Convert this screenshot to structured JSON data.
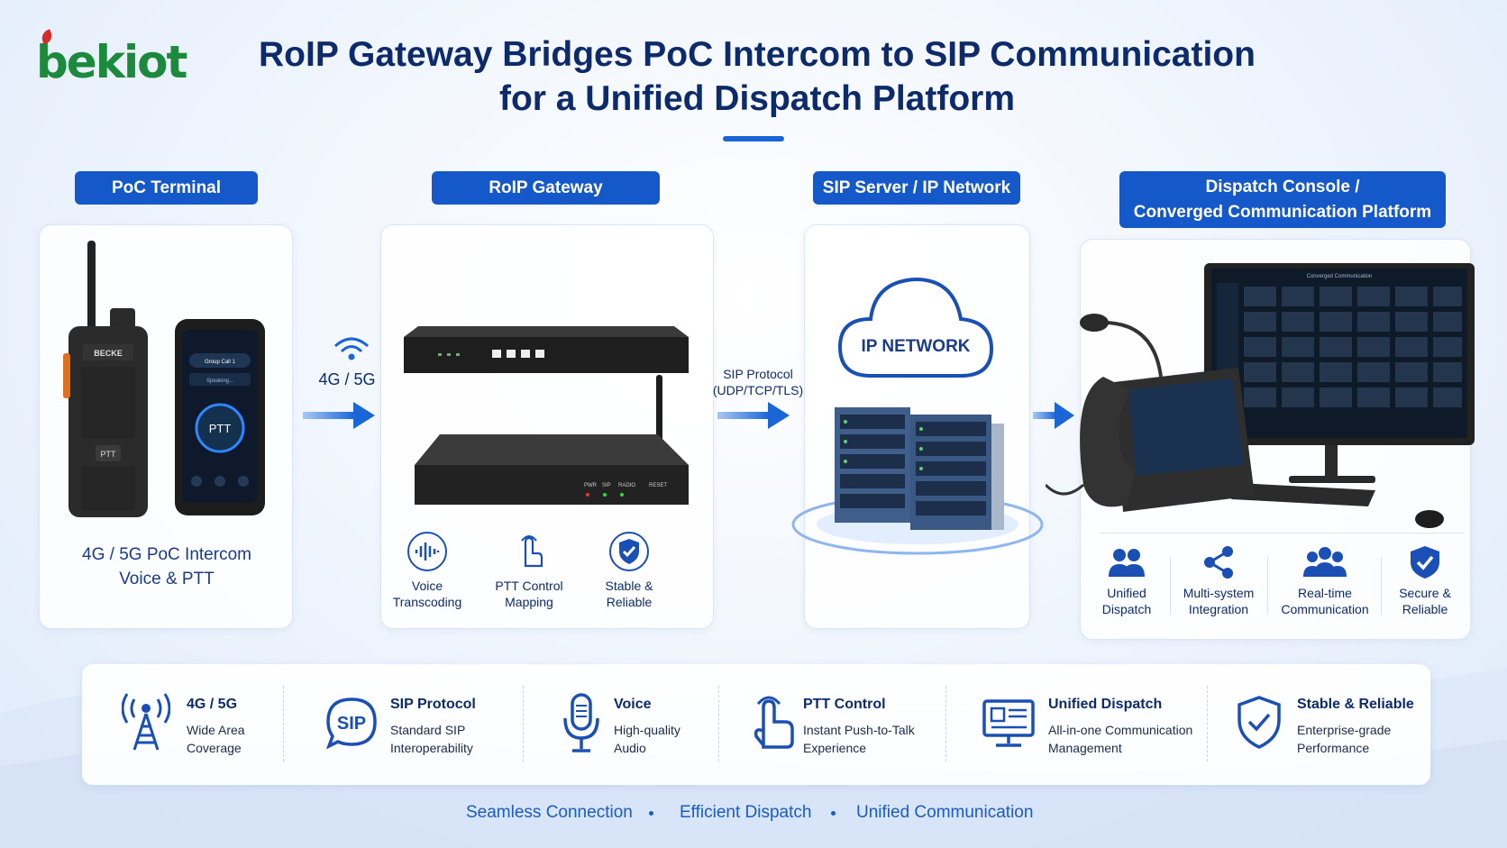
{
  "logo": {
    "text": "bekiot"
  },
  "title": {
    "line1": "RoIP Gateway Bridges PoC Intercom to SIP Communication",
    "line2": "for a Unified Dispatch Platform"
  },
  "columns": {
    "poc": {
      "label": "PoC Terminal",
      "caption_line1": "4G / 5G PoC Intercom",
      "caption_line2": "Voice & PTT"
    },
    "roip": {
      "label": "RoIP Gateway"
    },
    "sip": {
      "label": "SIP Server / IP Network",
      "cloud_text": "IP NETWORK"
    },
    "dispatch": {
      "label_line1": "Dispatch Console /",
      "label_line2": "Converged Communication Platform"
    }
  },
  "devices": {
    "radio_brand": "BECKE",
    "radio_button": "PTT",
    "phone_header": "Group Call 1",
    "phone_status": "Speaking...",
    "phone_button": "PTT",
    "gateway_leds": [
      "PWR",
      "SIP",
      "RADIO"
    ],
    "gateway_reset": "RESET",
    "monitor_header": "Converged Communication"
  },
  "arrows": {
    "net": "4G / 5G",
    "sip_line1": "SIP Protocol",
    "sip_line2": "(UDP/TCP/TLS)"
  },
  "gateway_features": [
    {
      "icon": "waveform-icon",
      "line1": "Voice",
      "line2": "Transcoding"
    },
    {
      "icon": "hand-touch-icon",
      "line1": "PTT Control",
      "line2": "Mapping"
    },
    {
      "icon": "shield-check-icon",
      "line1": "Stable &",
      "line2": "Reliable"
    }
  ],
  "dispatch_features": [
    {
      "icon": "group-icon",
      "line1": "Unified",
      "line2": "Dispatch"
    },
    {
      "icon": "share-nodes-icon",
      "line1": "Multi-system",
      "line2": "Integration"
    },
    {
      "icon": "people-icon",
      "line1": "Real-time",
      "line2": "Communication"
    },
    {
      "icon": "shield-check-icon",
      "line1": "Secure &",
      "line2": "Reliable"
    }
  ],
  "bottom_features": [
    {
      "icon": "antenna-tower-icon",
      "title": "4G / 5G",
      "line1": "Wide Area",
      "line2": "Coverage"
    },
    {
      "icon": "sip-bubble-icon",
      "title": "SIP Protocol",
      "line1": "Standard SIP",
      "line2": "Interoperability"
    },
    {
      "icon": "microphone-icon",
      "title": "Voice",
      "line1": "High-quality",
      "line2": "Audio"
    },
    {
      "icon": "hand-touch-icon",
      "title": "PTT Control",
      "line1": "Instant Push-to-Talk",
      "line2": "Experience"
    },
    {
      "icon": "monitor-dashboard-icon",
      "title": "Unified Dispatch",
      "line1": "All-in-one Communication",
      "line2": "Management"
    },
    {
      "icon": "shield-check-icon",
      "title": "Stable & Reliable",
      "line1": "Enterprise-grade",
      "line2": "Performance"
    }
  ],
  "footer": [
    "Seamless Connection",
    "Efficient Dispatch",
    "Unified Communication"
  ],
  "colors": {
    "brand_blue": "#1558c9",
    "navy": "#0d2a6b",
    "logo_green": "#1c8a3c",
    "logo_red": "#d62b2b"
  }
}
